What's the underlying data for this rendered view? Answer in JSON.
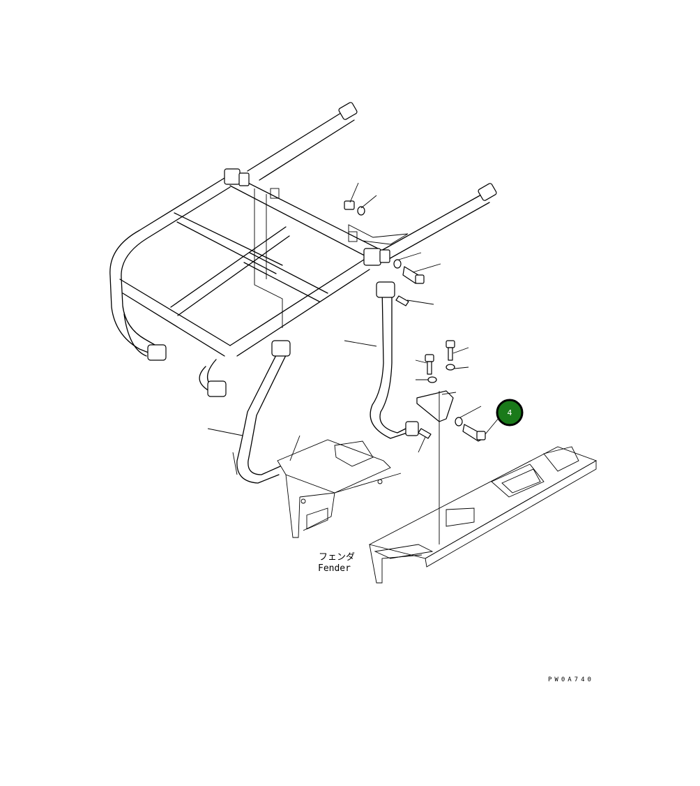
{
  "labels": {
    "fender_jp": "フェンダ",
    "fender_en": "Fender",
    "drawing_code": "PW0A740"
  },
  "callout": {
    "number": "4",
    "fill": "#1a7a1a",
    "ring": "#000000"
  }
}
